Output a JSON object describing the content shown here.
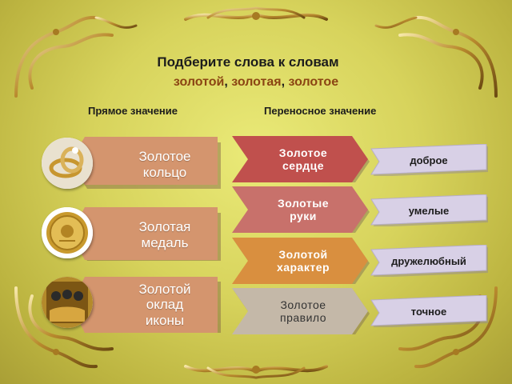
{
  "title": {
    "line1": "Подберите слова к словам",
    "word1": "золотой",
    "word2": "золотая",
    "word3": "золотое",
    "comma": ","
  },
  "columns": {
    "direct": "Прямое значение",
    "figurative": "Переносное значение"
  },
  "direct": [
    {
      "label": "Золотое\nкольцо",
      "icon": "ring-icon"
    },
    {
      "label": "Золотая\nмедаль",
      "icon": "medal-icon"
    },
    {
      "label": "Золотой\nоклад\nиконы",
      "icon": "icon-frame-icon"
    }
  ],
  "figurative": [
    {
      "label": "Золотое\nсердце",
      "color": "#c0504d"
    },
    {
      "label": "Золотые\nруки",
      "color": "#c8716b"
    },
    {
      "label": "Золотой\nхарактер",
      "color": "#d98f3f"
    },
    {
      "label": "Золотое\nправило",
      "color": "#c4b8a8"
    }
  ],
  "answers": [
    "доброе",
    "умелые",
    "дружелюбный",
    "точное"
  ],
  "colors": {
    "direct_box": "#d4956e",
    "ribbon": "#d8d0e6",
    "accent_word": "#8b4513"
  }
}
